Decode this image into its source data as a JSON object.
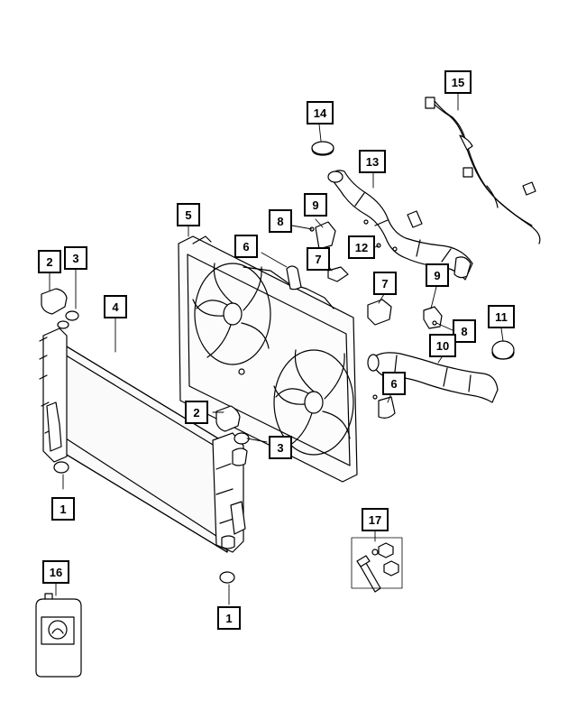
{
  "callouts": [
    "1",
    "2",
    "3",
    "4",
    "5",
    "6",
    "7",
    "8",
    "9",
    "10",
    "11",
    "12",
    "13",
    "14",
    "15",
    "16",
    "17"
  ],
  "colors": {
    "line": "#000000",
    "background": "#ffffff",
    "part_fill": "#f4f4f4"
  },
  "icons": [
    "radiator",
    "fan-shroud",
    "fan-blade",
    "radiator-hose",
    "wiring-harness",
    "hose-clamp",
    "coolant-jug",
    "bolt",
    "nut",
    "rubber-isolator",
    "bracket"
  ]
}
